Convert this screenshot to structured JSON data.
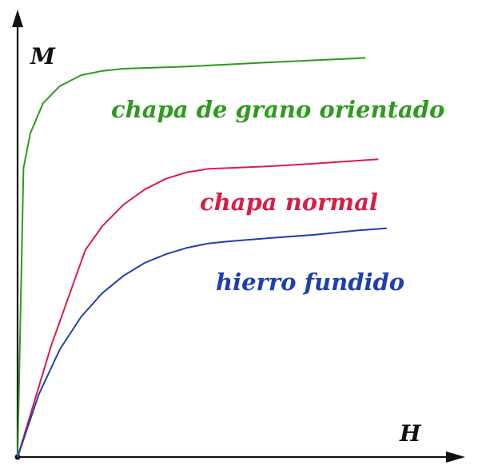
{
  "chart_data": {
    "type": "line",
    "title": "",
    "xlabel": "H",
    "ylabel": "M",
    "grid": false,
    "legend": "inline labels",
    "xlim": [
      0,
      10
    ],
    "ylim": [
      0,
      10
    ],
    "series": [
      {
        "name": "chapa de grano orientado",
        "color": "#2e9a1e",
        "x": [
          0,
          0.14,
          0.3,
          0.6,
          1.0,
          1.5,
          2.0,
          2.5,
          4.0,
          6.0,
          8.2
        ],
        "y": [
          0,
          6.7,
          7.5,
          8.2,
          8.6,
          8.85,
          8.95,
          9.0,
          9.05,
          9.15,
          9.25
        ]
      },
      {
        "name": "chapa normal",
        "color": "#d81e47",
        "x": [
          0,
          0.8,
          1.6,
          2.0,
          2.5,
          3.0,
          3.5,
          4.0,
          4.5,
          5.0,
          6.0,
          7.0,
          8.5
        ],
        "y": [
          0,
          2.6,
          4.8,
          5.35,
          5.85,
          6.2,
          6.45,
          6.6,
          6.68,
          6.7,
          6.74,
          6.8,
          6.9
        ]
      },
      {
        "name": "hierro fundido",
        "color": "#1e3fb0",
        "x": [
          0,
          0.5,
          1.0,
          1.5,
          2.0,
          2.5,
          3.0,
          3.5,
          4.0,
          4.5,
          5.0,
          6.0,
          7.0,
          8.0,
          8.7
        ],
        "y": [
          0,
          1.45,
          2.5,
          3.25,
          3.8,
          4.2,
          4.5,
          4.7,
          4.85,
          4.95,
          5.0,
          5.08,
          5.15,
          5.25,
          5.3
        ]
      }
    ]
  }
}
